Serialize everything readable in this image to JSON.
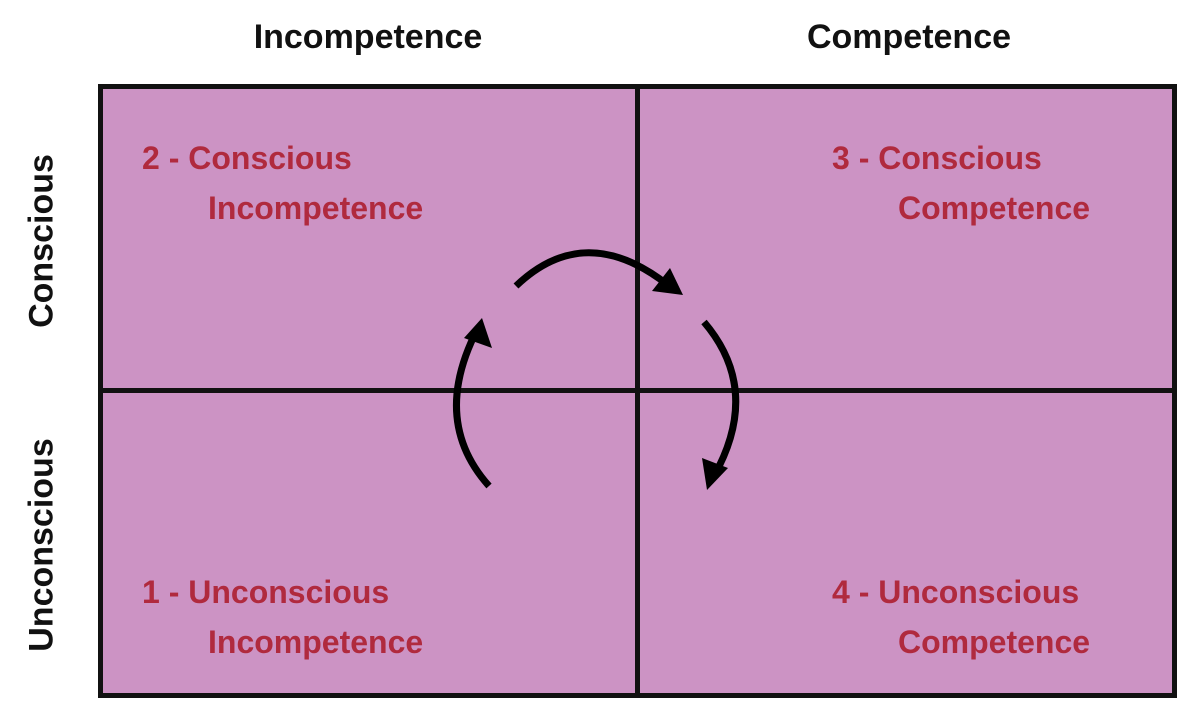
{
  "columns": {
    "left": "Incompetence",
    "right": "Competence"
  },
  "rows": {
    "top": "Conscious",
    "bottom": "Unconscious"
  },
  "quadrants": {
    "q1": {
      "line1": "1 - Unconscious",
      "line2": "Incompetence"
    },
    "q2": {
      "line1": "2 - Conscious",
      "line2": "Incompetence"
    },
    "q3": {
      "line1": "3 - Conscious",
      "line2": "Competence"
    },
    "q4": {
      "line1": "4 - Unconscious",
      "line2": "Competence"
    }
  },
  "colors": {
    "cell_fill": "#cc93c4",
    "label_text": "#b02a3e",
    "lines": "#111111"
  }
}
